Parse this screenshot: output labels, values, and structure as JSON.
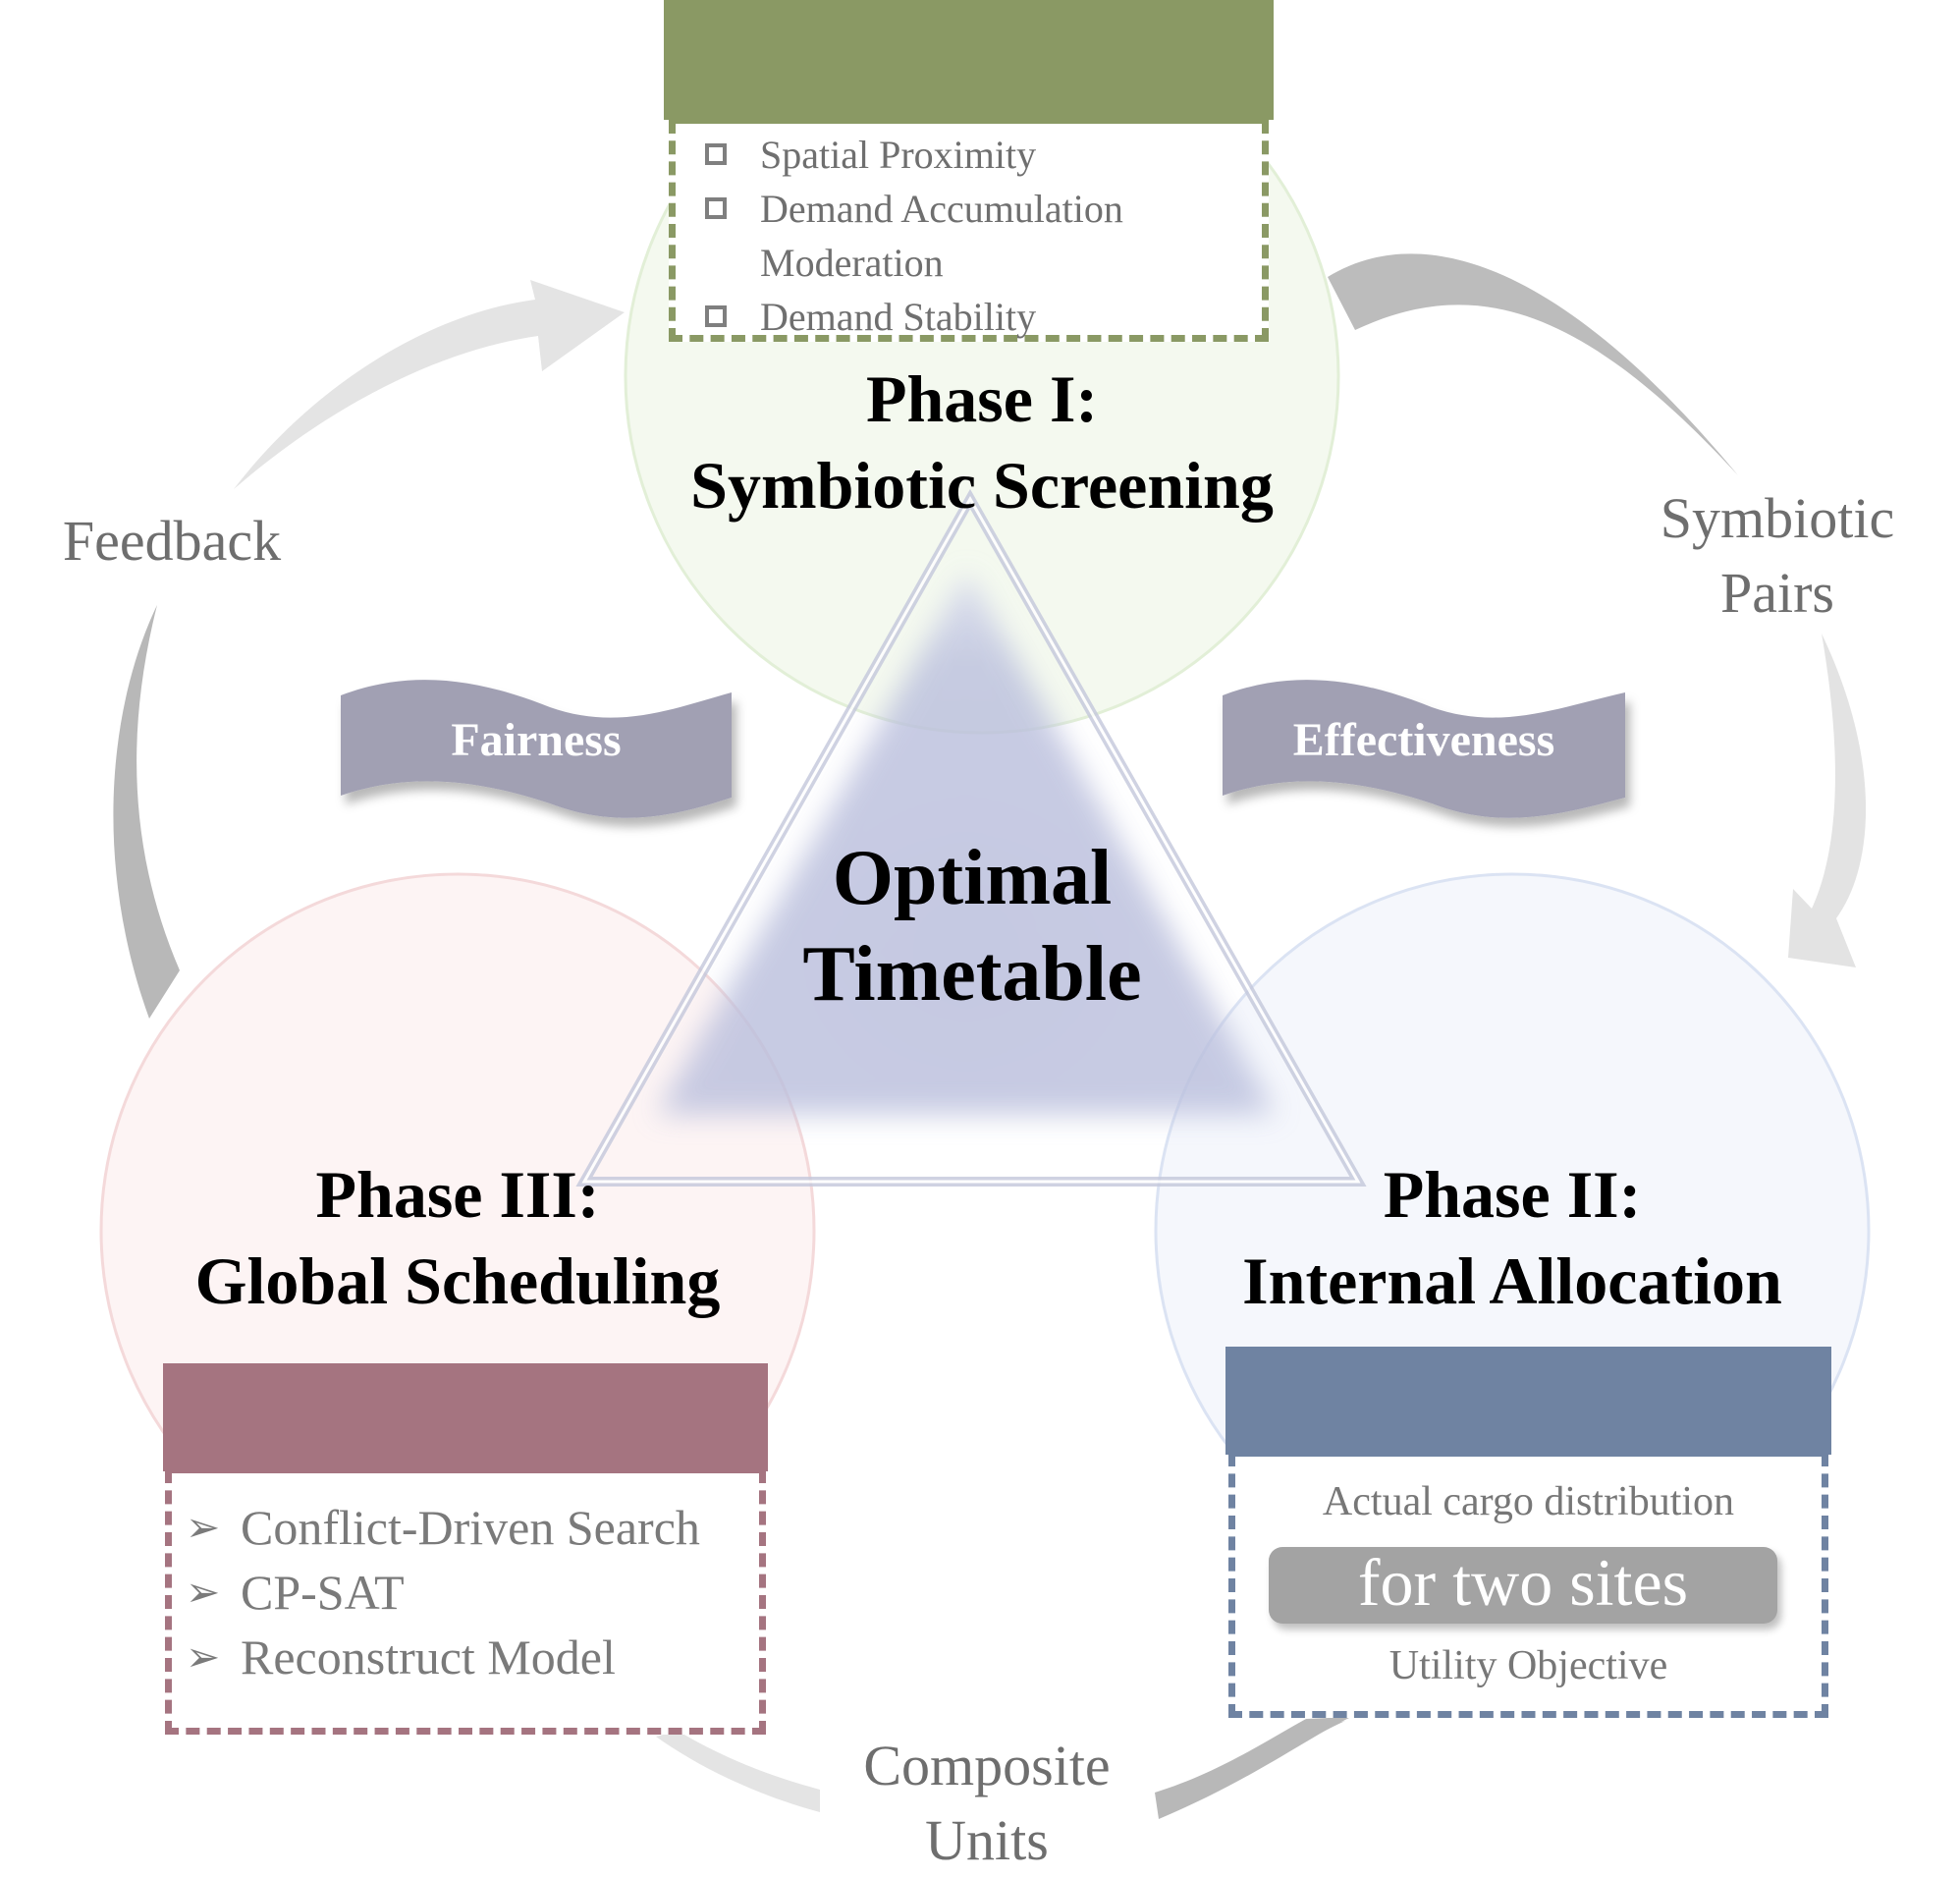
{
  "center": {
    "line1": "Optimal",
    "line2": "Timetable"
  },
  "phase1": {
    "title_line1": "Phase I:",
    "title_line2": "Symbiotic Screening",
    "criteria": [
      "Spatial Proximity",
      "Demand Accumulation",
      "Moderation",
      "Demand Stability"
    ],
    "color_header": "#8a9964",
    "color_circle": "#f4f9ef"
  },
  "phase2": {
    "title_line1": "Phase II:",
    "title_line2": "Internal Allocation",
    "line_top": "Actual cargo distribution",
    "pill_text": "for two sites",
    "line_bottom": "Utility Objective",
    "color_header": "#6f83a2",
    "color_circle": "#f5f7fc"
  },
  "phase3": {
    "title_line1": "Phase III:",
    "title_line2": "Global Scheduling",
    "methods": [
      "Conflict-Driven Search",
      "CP-SAT",
      "Reconstruct Model"
    ],
    "color_header": "#a57480",
    "color_circle": "#fdf4f4"
  },
  "banners": {
    "left": "Fairness",
    "right": "Effectiveness"
  },
  "flows": {
    "feedback": "Feedback",
    "symbiotic_pairs_line1": "Symbiotic",
    "symbiotic_pairs_line2": "Pairs",
    "composite_units_line1": "Composite",
    "composite_units_line2": "Units"
  },
  "icons": {
    "criteria_bullet": "square-checkbox-icon",
    "method_bullet": "arrowhead-bullet-icon"
  }
}
